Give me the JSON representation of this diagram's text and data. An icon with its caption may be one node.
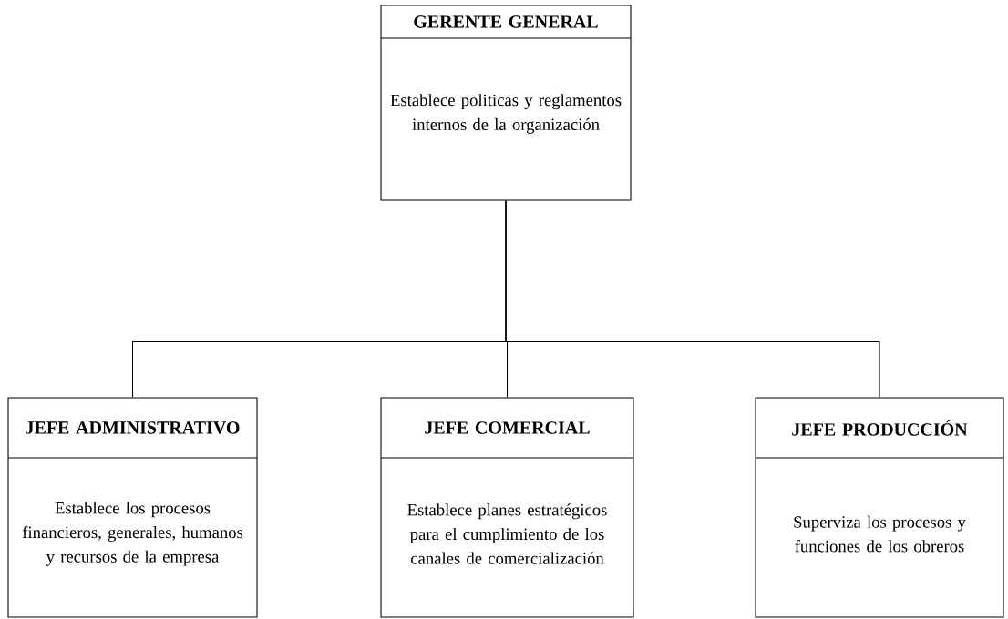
{
  "diagram": {
    "nodes": [
      {
        "text": [
          "GERENTE GENERAL",
          "Establece politicas y reglamentos internos de la organización"
        ]
      },
      {
        "text": [
          "JEFE ADMINISTRATIVO",
          "Establece los procesos financieros, generales, humanos y recursos de la empresa"
        ]
      },
      {
        "text": [
          "JEFE COMERCIAL",
          "Establece planes estratégicos para el cumplimiento de los canales de comercialización"
        ]
      },
      {
        "text": [
          "JEFE PRODUCCIÓN",
          "Superviza los procesos y funciones de los obreros"
        ]
      }
    ],
    "edges": [
      {
        "from": 0,
        "to": 1,
        "arrow": "none"
      },
      {
        "from": 0,
        "to": 2,
        "arrow": "none"
      },
      {
        "from": 0,
        "to": 3,
        "arrow": "none"
      }
    ]
  }
}
